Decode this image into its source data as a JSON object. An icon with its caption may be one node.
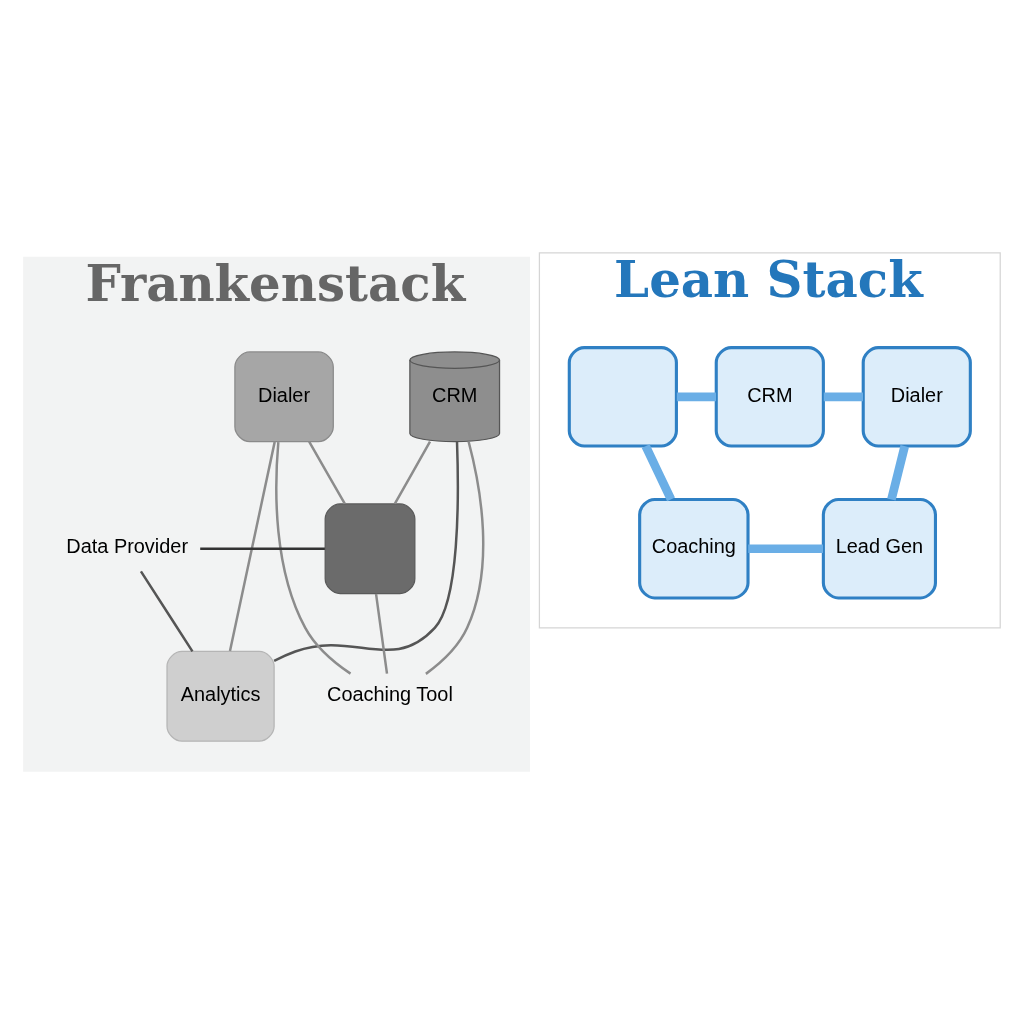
{
  "diagram": {
    "nodes": [
      {
        "text": [
          "Frankenstack"
        ]
      },
      {
        "text": [
          "CRM"
        ],
        "in": 0
      },
      {
        "text": [
          "Dialer"
        ],
        "in": 0
      },
      {
        "text": [],
        "shape": "box",
        "in": 0
      },
      {
        "text": [
          "Data Provider"
        ],
        "in": 0
      },
      {
        "text": [
          "Analytics"
        ],
        "in": 0
      },
      {
        "text": [
          "Coaching Tool"
        ],
        "in": 0
      },
      {
        "text": [
          "Lean Stack"
        ]
      },
      {
        "text": [],
        "shape": "box",
        "in": 7
      },
      {
        "text": [
          "CRM"
        ],
        "in": 7
      },
      {
        "text": [
          "Dialer"
        ],
        "in": 7
      },
      {
        "text": [
          "Coaching"
        ],
        "in": 7
      },
      {
        "text": [
          "Lead Gen"
        ],
        "in": 7
      }
    ],
    "edges": [
      {
        "from": 1,
        "to": 6,
        "arrow": "none"
      },
      {
        "from": 1,
        "to": 3,
        "arrow": "none"
      },
      {
        "from": 1,
        "to": 5,
        "arrow": "none",
        "color": "#555555"
      },
      {
        "from": 2,
        "to": 6,
        "arrow": "none"
      },
      {
        "from": 2,
        "to": 3,
        "arrow": "none"
      },
      {
        "from": 2,
        "to": 5,
        "arrow": "none"
      },
      {
        "from": 4,
        "to": 3,
        "arrow": "none",
        "color": "#333333"
      },
      {
        "from": 4,
        "to": 5,
        "arrow": "none",
        "color": "#555555"
      },
      {
        "from": 3,
        "to": 6,
        "arrow": "none"
      },
      {
        "from": 8,
        "to": 9,
        "arrow": "none",
        "style": "thick",
        "color": "#6aaee6"
      },
      {
        "from": 9,
        "to": 10,
        "arrow": "none",
        "style": "thick",
        "color": "#6aaee6"
      },
      {
        "from": 8,
        "to": 11,
        "arrow": "none",
        "style": "thick",
        "color": "#6aaee6"
      },
      {
        "from": 11,
        "to": 12,
        "arrow": "none",
        "style": "thick",
        "color": "#6aaee6"
      },
      {
        "from": 10,
        "to": 12,
        "arrow": "none",
        "style": "thick",
        "color": "#6aaee6"
      }
    ]
  }
}
